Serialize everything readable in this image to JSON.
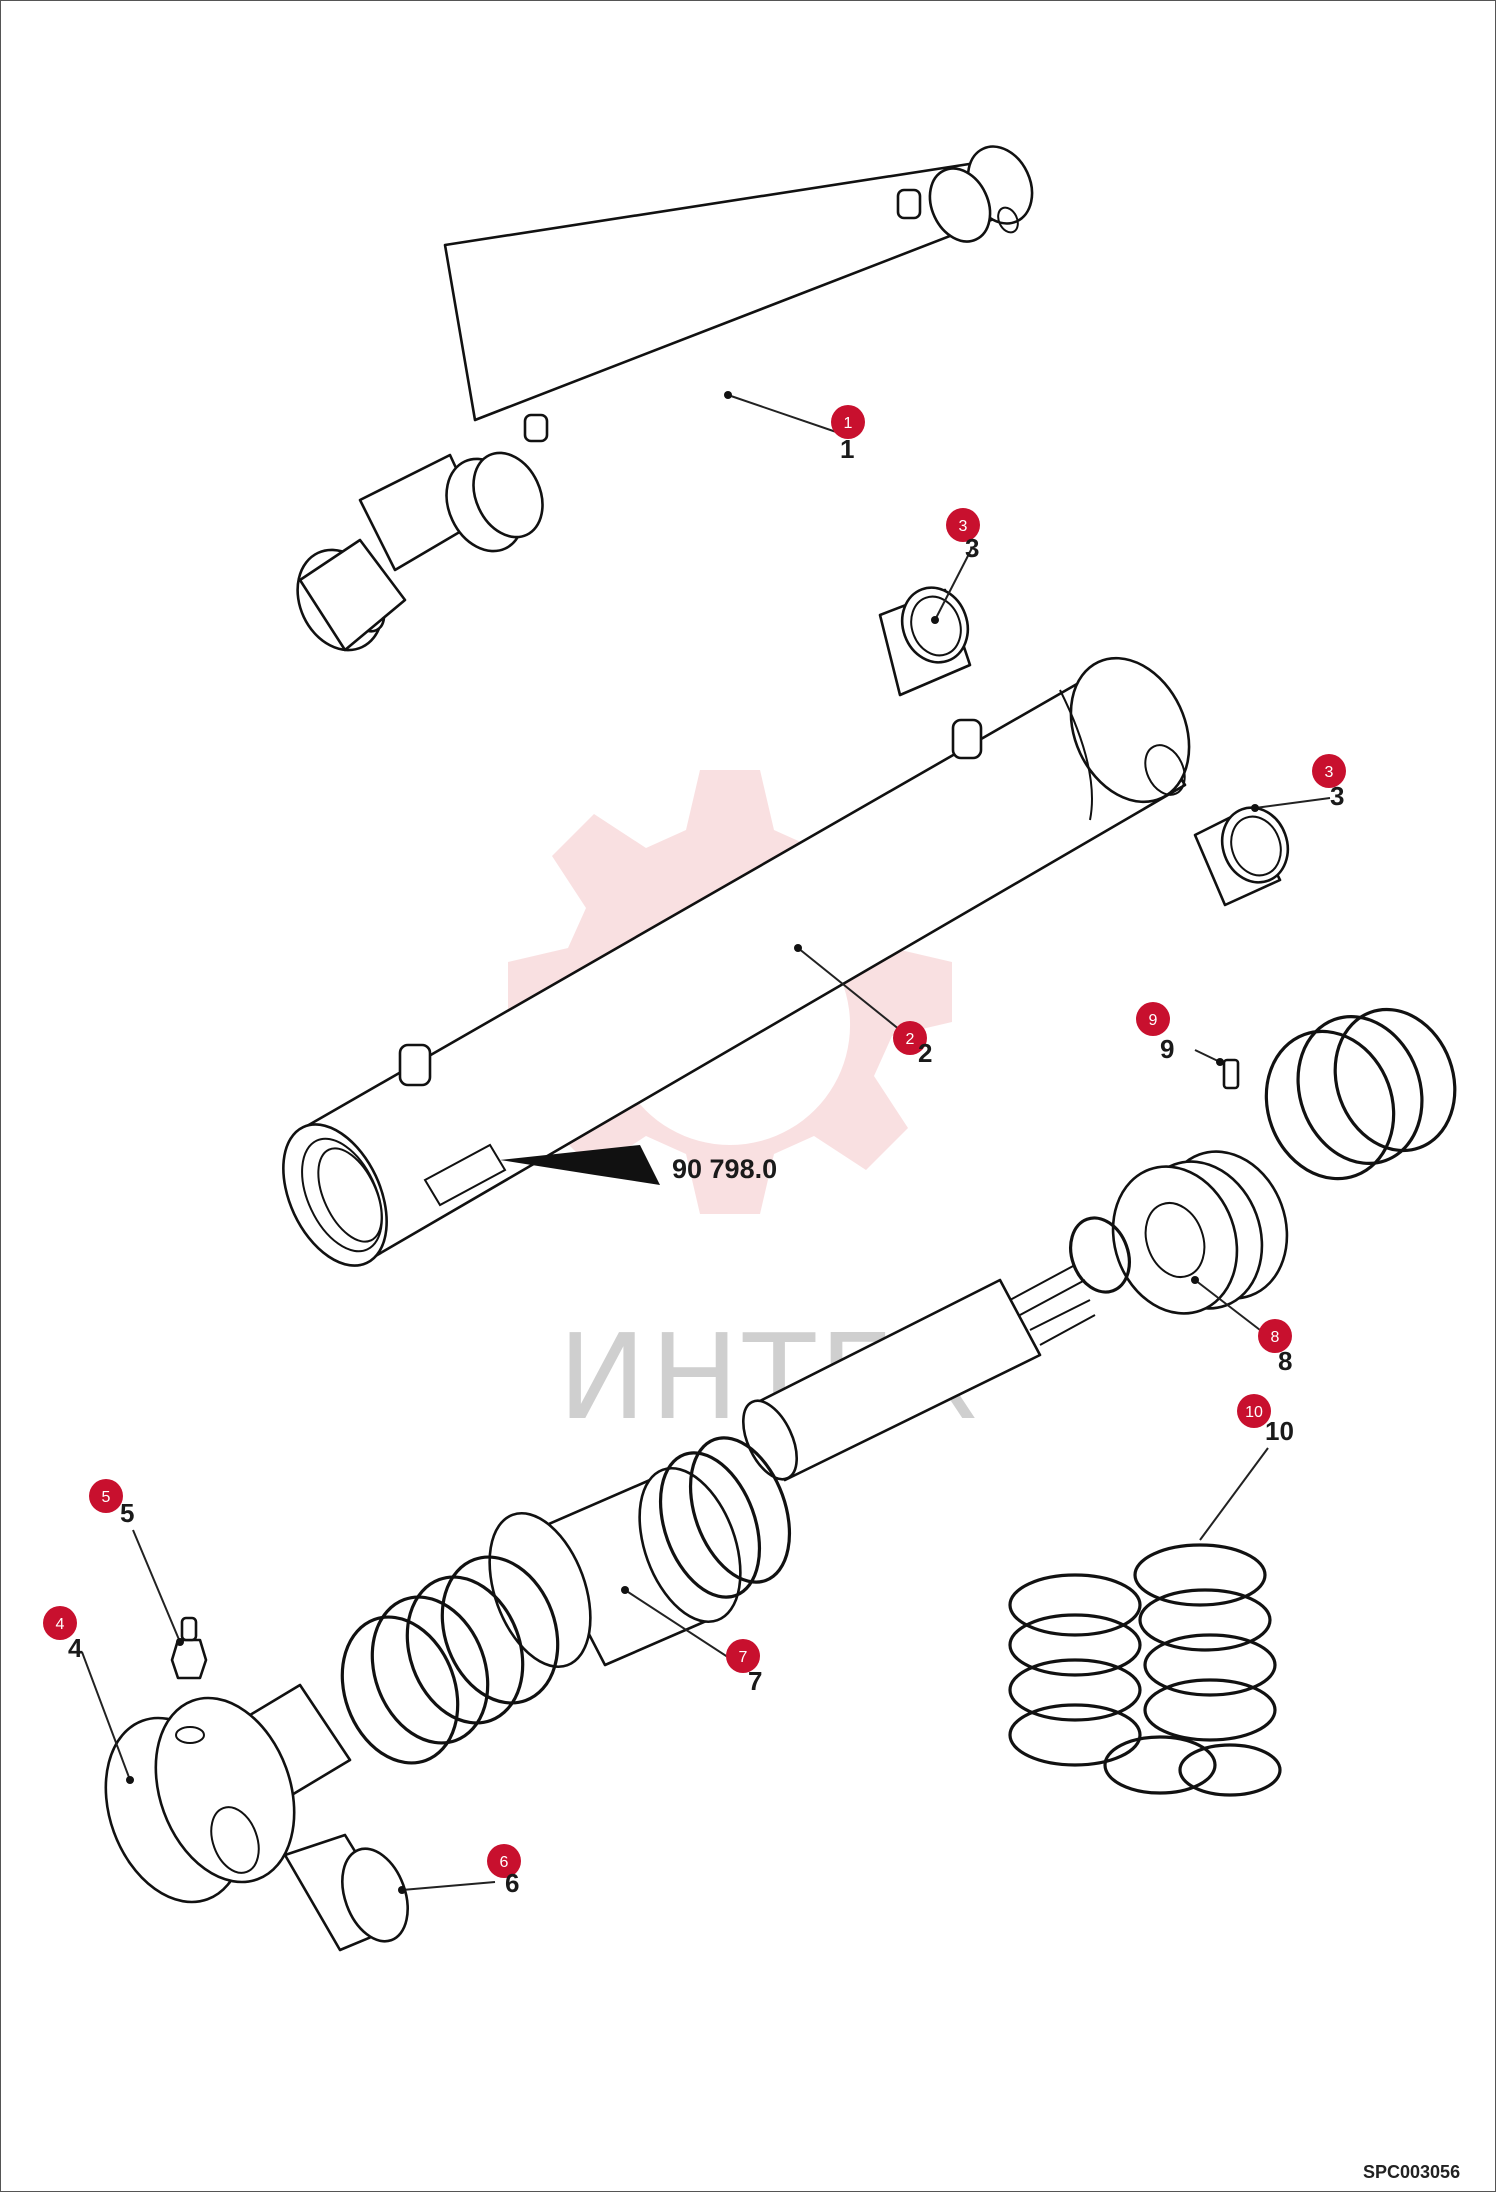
{
  "watermark": {
    "text": "ИНТЕХ",
    "color": "#f4c6c9"
  },
  "stamp": {
    "text": "90 798.0"
  },
  "drawing_code": "SPC003056",
  "badge_color": "#c8102e",
  "callouts": [
    {
      "id": "1",
      "badge": "1",
      "label": "1"
    },
    {
      "id": "2",
      "badge": "2",
      "label": "2"
    },
    {
      "id": "3a",
      "badge": "3",
      "label": "3"
    },
    {
      "id": "3b",
      "badge": "3",
      "label": "3"
    },
    {
      "id": "4",
      "badge": "4",
      "label": "4"
    },
    {
      "id": "5",
      "badge": "5",
      "label": "5"
    },
    {
      "id": "6",
      "badge": "6",
      "label": "6"
    },
    {
      "id": "7",
      "badge": "7",
      "label": "7"
    },
    {
      "id": "8",
      "badge": "8",
      "label": "8"
    },
    {
      "id": "9",
      "badge": "9",
      "label": "9"
    },
    {
      "id": "10",
      "badge": "10",
      "label": "10"
    }
  ]
}
